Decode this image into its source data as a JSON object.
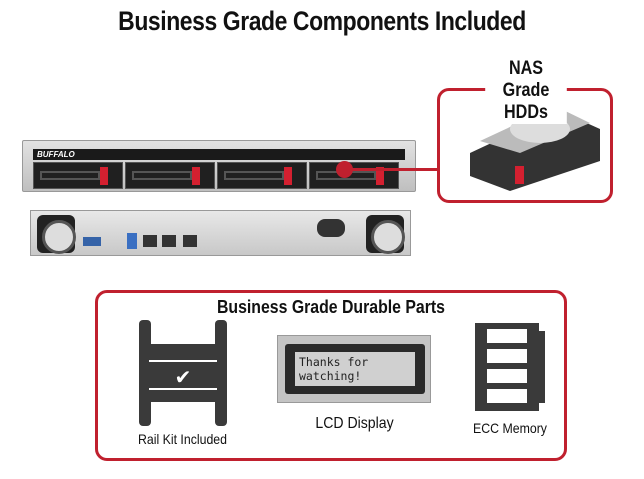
{
  "title": "Business Grade Components Included",
  "nas": {
    "label_line1": "NAS Grade",
    "label_line2": "HDDs"
  },
  "front": {
    "brand": "BUFFALO",
    "bays": [
      "1",
      "2",
      "3",
      "4"
    ]
  },
  "parts": {
    "title": "Business Grade Durable Parts",
    "items": [
      {
        "label": "Rail Kit Included"
      },
      {
        "label": "LCD Display"
      },
      {
        "label": "ECC Memory"
      }
    ],
    "lcd_line1": "Thanks for",
    "lcd_line2": "watching!"
  },
  "colors": {
    "accent": "#c0202e"
  }
}
